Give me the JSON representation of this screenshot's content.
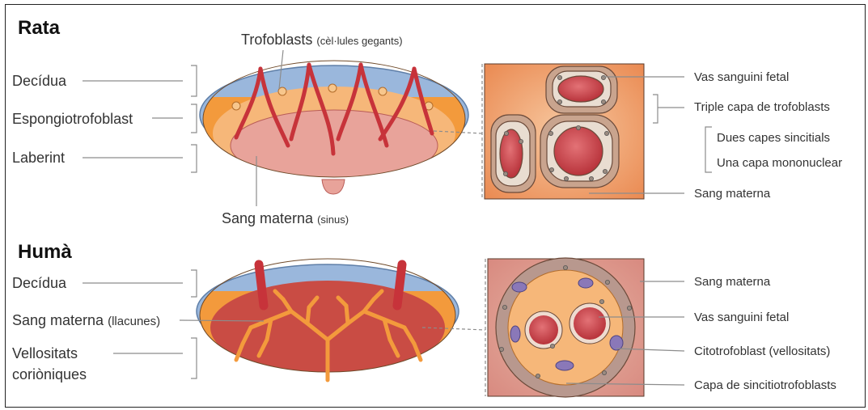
{
  "rat": {
    "heading": "Rata",
    "trophoblasts": {
      "main": "Trofoblasts",
      "note": "(cèl·lules gegants)"
    },
    "decidua": "Decídua",
    "spongio": "Espongiotrofoblast",
    "labyrinth": "Laberint",
    "maternal_blood": {
      "main": "Sang materna",
      "note": "(sinus)"
    },
    "fetal_vessel": "Vas sanguini fetal",
    "triple_layer": "Triple capa de trofoblasts",
    "two_sync": "Dues capes sincitials",
    "one_mono": "Una capa mononuclear",
    "maternal_blood_right": "Sang materna"
  },
  "human": {
    "heading": "Humà",
    "decidua": "Decídua",
    "maternal_blood": {
      "main": "Sang materna",
      "note": "(llacunes)"
    },
    "villi_line1": "Vellositats",
    "villi_line2": "coriòniques",
    "maternal_blood_right": "Sang materna",
    "fetal_vessel": "Vas sanguini fetal",
    "cytotrophoblast": "Citotrofoblast (vellositats)",
    "syncytio": "Capa de sincitiotrofoblasts"
  },
  "colors": {
    "decidua": "#9ab7dc",
    "spongio": "#f39a3c",
    "labyrinth": "#e8a39a",
    "vessel": "#c7333a",
    "orange_light": "#f6b779",
    "tan": "#c9a48e",
    "purple": "#8a78b8"
  }
}
